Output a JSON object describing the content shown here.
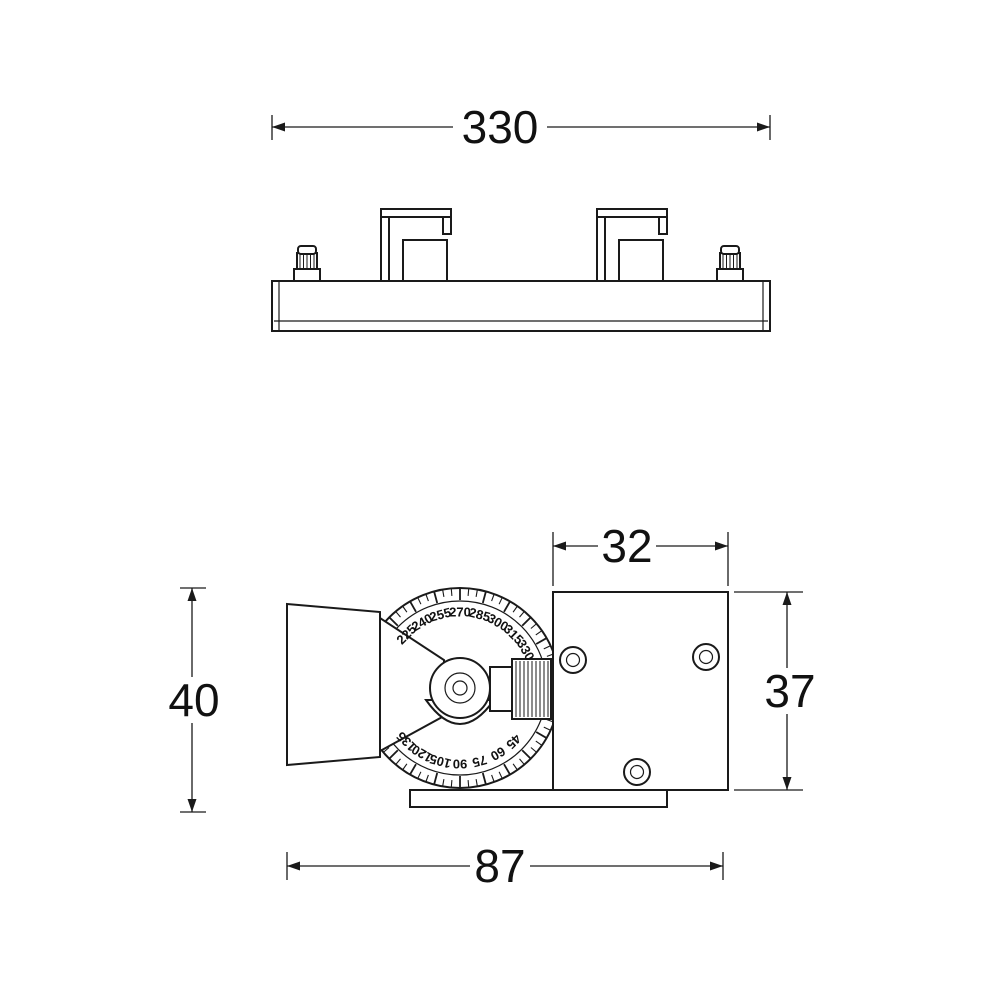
{
  "drawing": {
    "dimensions": {
      "bar_width": "330",
      "box_width": "32",
      "box_height": "37",
      "head_height": "40",
      "overall_depth": "87"
    },
    "protractor": {
      "top": [
        "225",
        "240",
        "255",
        "270",
        "285",
        "300",
        "315",
        "330"
      ],
      "bottom": [
        "135",
        "120",
        "105",
        "90",
        "75",
        "60",
        "45"
      ]
    },
    "colors": {
      "line": "#1a1a1a",
      "background": "#ffffff"
    }
  }
}
